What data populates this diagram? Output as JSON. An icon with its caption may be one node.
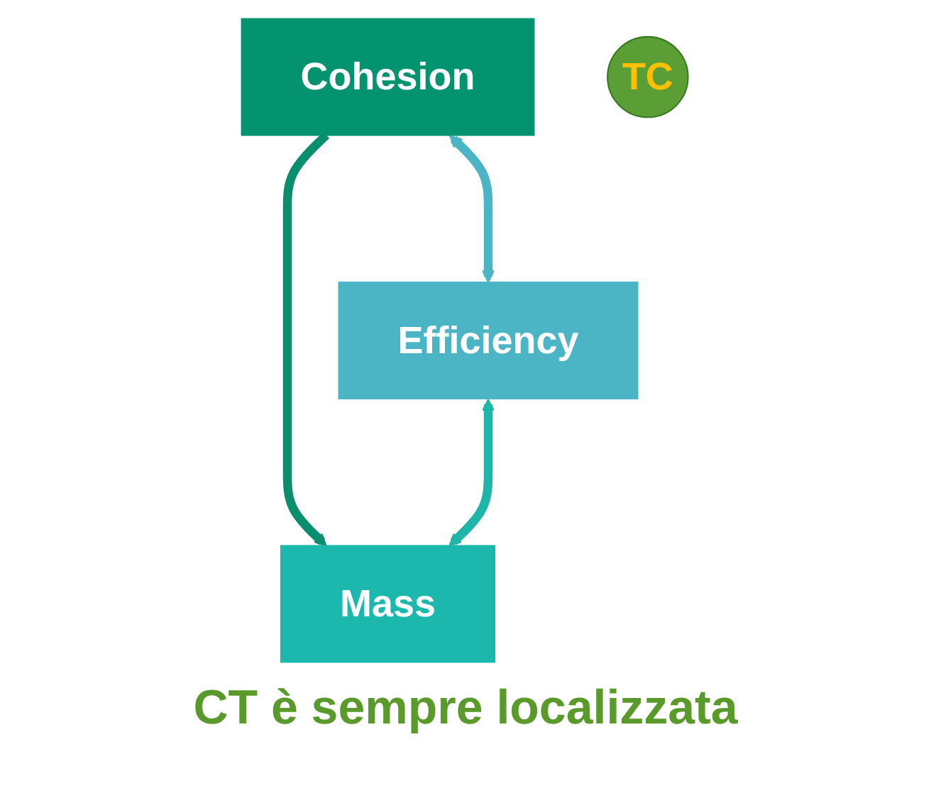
{
  "diagram": {
    "caption": "CT è sempre localizzata",
    "nodes": [
      {
        "text": [
          "Cohesion"
        ]
      },
      {
        "text": [
          "TC"
        ]
      },
      {
        "text": [
          "Efficiency"
        ]
      },
      {
        "text": [
          "Mass"
        ]
      }
    ],
    "edges": [
      {
        "from": 0,
        "to": 2,
        "arrow": "both",
        "color": "#4bb5c6"
      },
      {
        "from": 0,
        "to": 3,
        "arrow": "to",
        "color": "#0a8f6e"
      },
      {
        "from": 2,
        "to": 3,
        "arrow": "both",
        "color": "#1fb5a8"
      }
    ]
  }
}
